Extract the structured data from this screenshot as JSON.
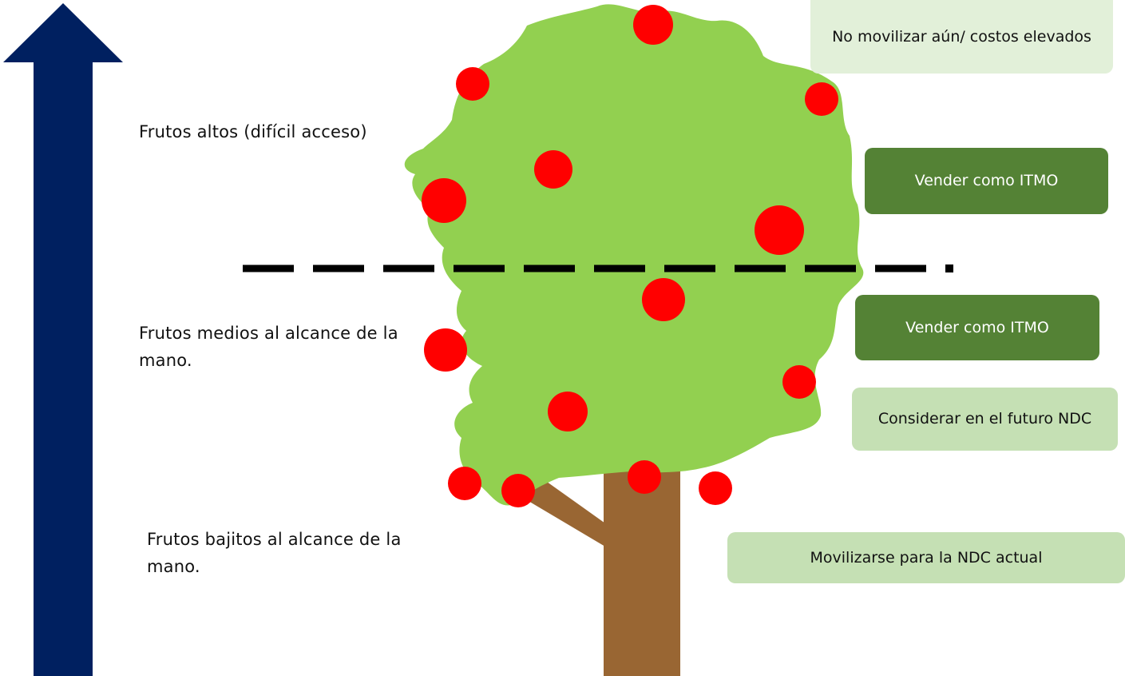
{
  "levels": {
    "high": "Frutos altos (difícil acceso)",
    "medium": "Frutos medios al alcance de la mano.",
    "low": "Frutos bajitos al alcance de la mano."
  },
  "actions": {
    "top": "No movilizar aún/ costos elevados",
    "itmo_upper": "Vender como ITMO",
    "itmo_lower": "Vender como ITMO",
    "future_ndc": "Considerar en el futuro NDC",
    "current_ndc": "Movilizarse para la NDC actual"
  },
  "colors": {
    "arrow": "#002060",
    "foliage": "#92d050",
    "trunk": "#996633",
    "fruit": "#ff0000",
    "action_dark": "#548235",
    "action_light": "#c5e0b4",
    "action_pale": "#e2f0d9"
  }
}
